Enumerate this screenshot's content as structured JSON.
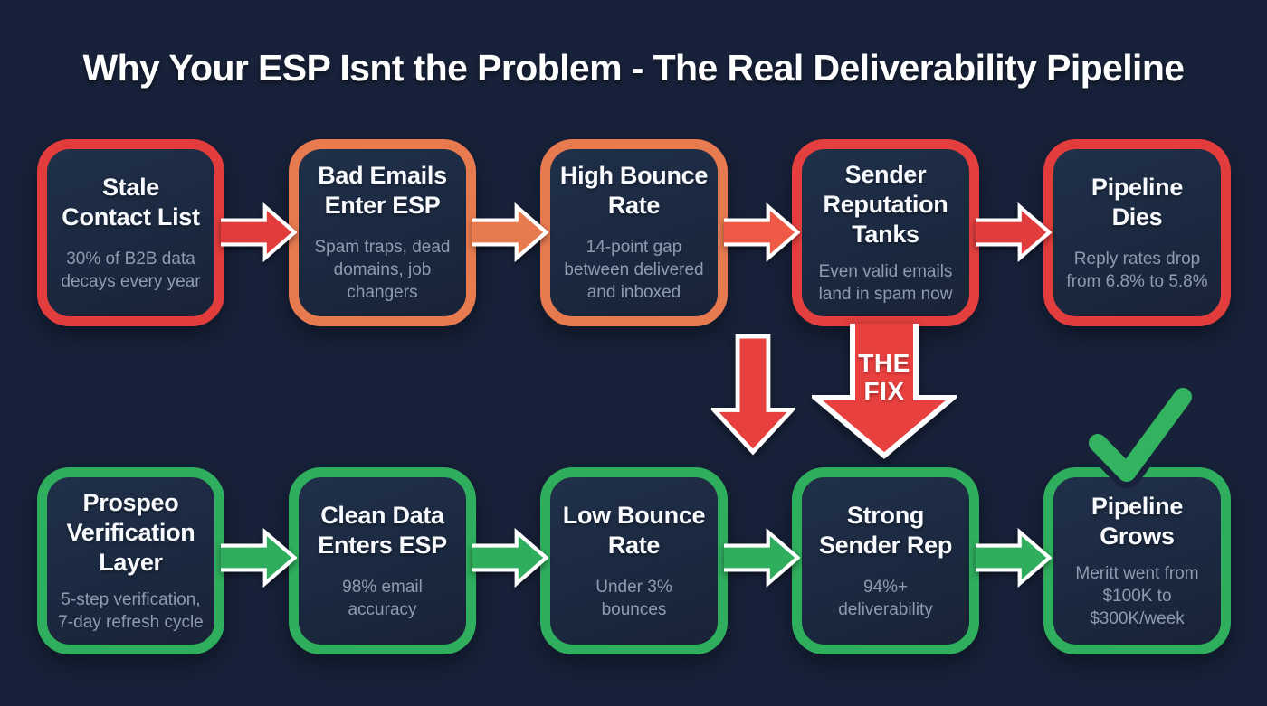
{
  "title": "Why Your ESP Isnt the Problem - The Real Deliverability Pipeline",
  "colors": {
    "background": "#172139",
    "box_fill": "#1b2940",
    "red": "#e23c3c",
    "orange": "#e87a50",
    "orange_red": "#ee5a45",
    "green": "#2fae5d",
    "heading_text": "#f8fafd",
    "subtitle_text": "#8e9bb1",
    "arrow_outline": "#ffffff"
  },
  "top_row": {
    "boxes": [
      {
        "heading": "Stale\nContact List",
        "subtitle": "30% of B2B data decays every year",
        "border_color": "#e23c3c"
      },
      {
        "heading": "Bad Emails\nEnter ESP",
        "subtitle": "Spam traps, dead domains, job changers",
        "border_color": "#e87a50"
      },
      {
        "heading": "High Bounce\nRate",
        "subtitle": "14-point gap between delivered and inboxed",
        "border_color": "#e87a50"
      },
      {
        "heading": "Sender\nReputation\nTanks",
        "subtitle": "Even valid emails land in spam now",
        "border_color": "#e33f3f"
      },
      {
        "heading": "Pipeline\nDies",
        "subtitle": "Reply rates drop from 6.8% to 5.8%",
        "border_color": "#e23c3c"
      }
    ],
    "arrow_colors": [
      "#e23c3c",
      "#e87a50",
      "#ee5a45",
      "#e23c3c"
    ]
  },
  "fix": {
    "label": "THE\nFIX",
    "small_arrow_color": "#e8403f",
    "big_arrow_color": "#e8403f"
  },
  "bottom_row": {
    "boxes": [
      {
        "heading": "Prospeo\nVerification\nLayer",
        "subtitle": "5-step verification, 7-day refresh cycle",
        "border_color": "#2fae5d"
      },
      {
        "heading": "Clean Data\nEnters ESP",
        "subtitle": "98% email accuracy",
        "border_color": "#2fae5d"
      },
      {
        "heading": "Low Bounce\nRate",
        "subtitle": "Under 3% bounces",
        "border_color": "#2fae5d"
      },
      {
        "heading": "Strong\nSender Rep",
        "subtitle": "94%+ deliverability",
        "border_color": "#2fae5d"
      },
      {
        "heading": "Pipeline\nGrows",
        "subtitle": "Meritt went from $100K to $300K/week",
        "border_color": "#2fae5d"
      }
    ],
    "arrow_colors": [
      "#2fae5d",
      "#2fae5d",
      "#2fae5d",
      "#2fae5d"
    ]
  },
  "checkmark_color": "#33b35f"
}
